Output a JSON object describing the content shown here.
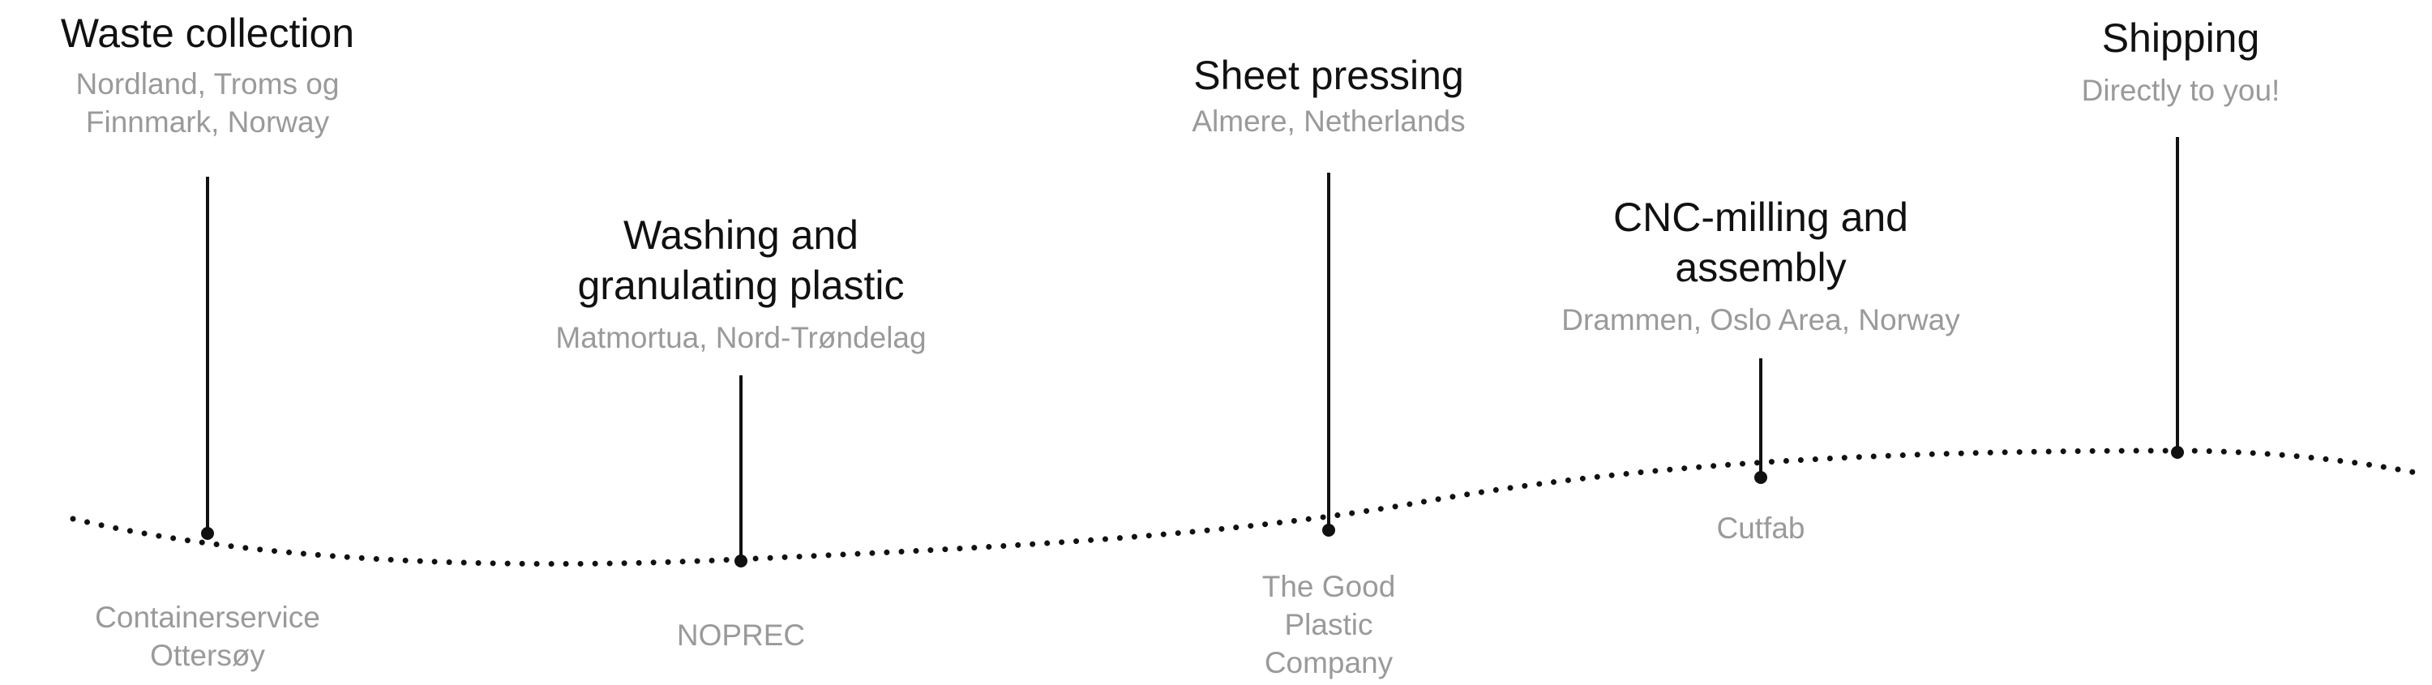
{
  "colors": {
    "title": "#111111",
    "subtext": "#9a9a9a",
    "line": "#111111",
    "dots": "#111111"
  },
  "stages": [
    {
      "title": "Waste collection",
      "location": "Nordland, Troms og\nFinnmark, Norway",
      "partner": "Containerservice\nOttersøy"
    },
    {
      "title": "Washing and\ngranulating plastic",
      "location": "Matmortua, Nord-Trøndelag",
      "partner": "NOPREC"
    },
    {
      "title": "Sheet pressing",
      "location": "Almere, Netherlands",
      "partner": "The Good\nPlastic\nCompany"
    },
    {
      "title": "CNC-milling and\nassembly",
      "location": "Drammen, Oslo Area, Norway",
      "partner": "Cutfab"
    },
    {
      "title": "Shipping",
      "location": "Directly to you!",
      "partner": ""
    }
  ]
}
